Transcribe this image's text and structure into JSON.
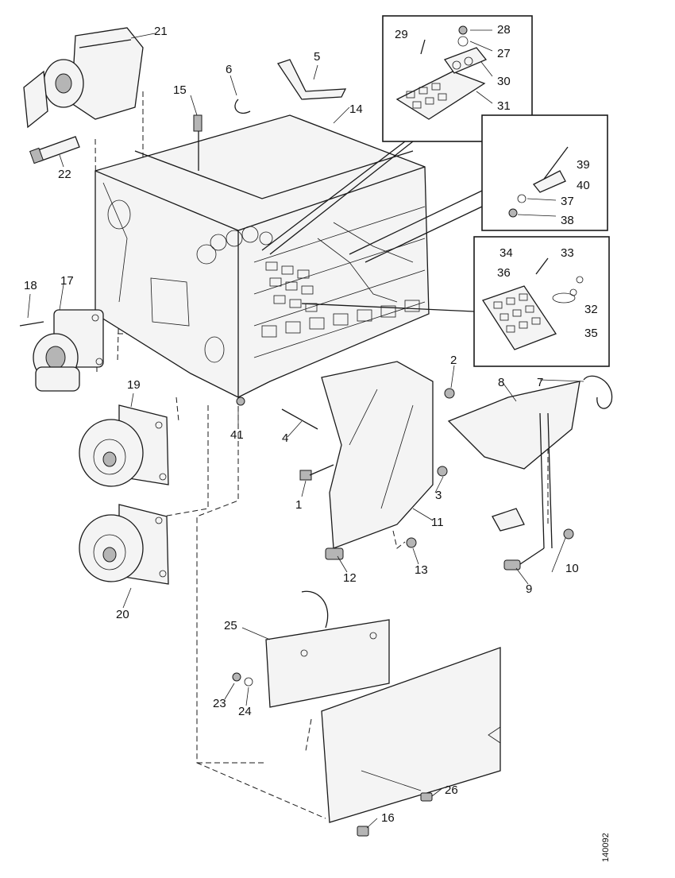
{
  "diagram": {
    "callouts": [
      "1",
      "2",
      "3",
      "4",
      "5",
      "6",
      "7",
      "8",
      "9",
      "10",
      "11",
      "12",
      "13",
      "14",
      "15",
      "16",
      "17",
      "18",
      "19",
      "20",
      "21",
      "22",
      "23",
      "24",
      "25",
      "26",
      "27",
      "28",
      "29",
      "30",
      "31",
      "32",
      "33",
      "34",
      "35",
      "36",
      "37",
      "38",
      "39",
      "40",
      "41"
    ],
    "reference_code": "140092"
  }
}
